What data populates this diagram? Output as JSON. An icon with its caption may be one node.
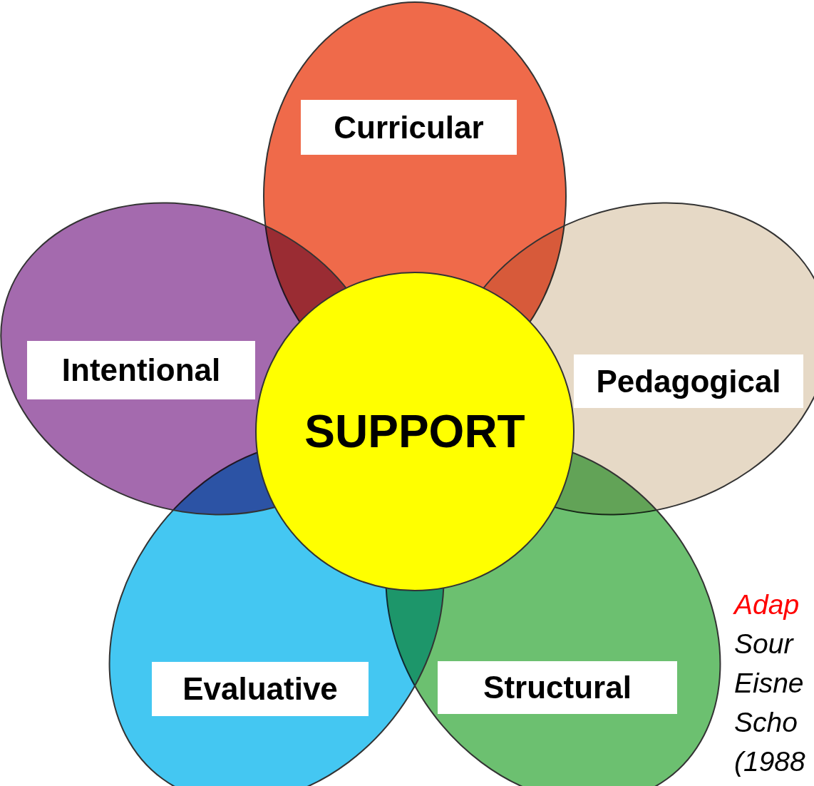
{
  "diagram": {
    "nodes": [
      {
        "text": [
          "Curricular"
        ]
      },
      {
        "text": [
          "Pedagogical"
        ]
      },
      {
        "text": [
          "Structural"
        ]
      },
      {
        "text": [
          "Evaluative"
        ]
      },
      {
        "text": [
          "Intentional"
        ]
      },
      {
        "text": [
          "SUPPORT"
        ]
      }
    ],
    "labels": [
      "Adap",
      "Sour",
      "Eisne",
      "Scho",
      "(1988"
    ]
  }
}
